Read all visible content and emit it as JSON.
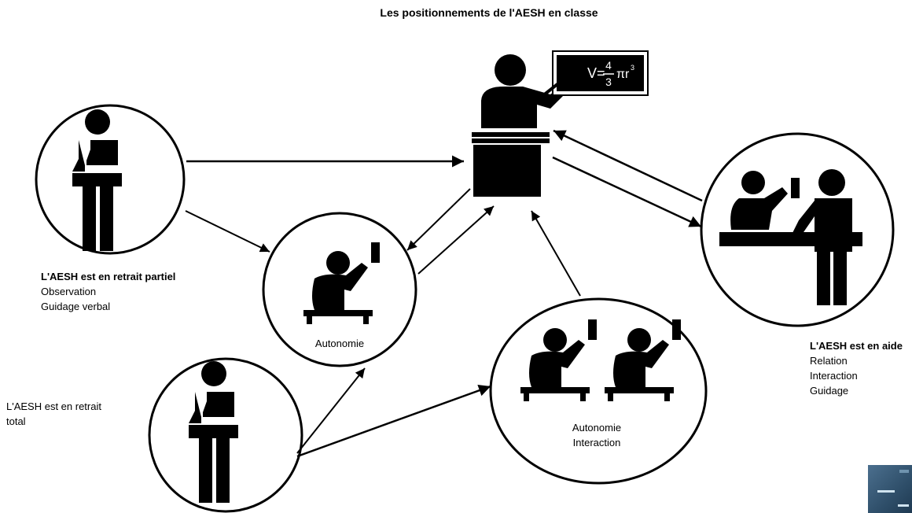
{
  "title": "Les positionnements de l'AESH en classe",
  "blackboard_formula": {
    "lhs": "V=",
    "num": "4",
    "den": "3",
    "rest": "πr",
    "exp": "3"
  },
  "nodes": {
    "retrait_partiel": {
      "title": "L'AESH est en retrait partiel",
      "lines": [
        "Observation",
        "Guidage verbal"
      ]
    },
    "retrait_total": {
      "title": "L'AESH est en retrait total"
    },
    "autonomie": {
      "label": "Autonomie"
    },
    "autonomie_interaction": {
      "lines": [
        "Autonomie",
        "Interaction"
      ]
    },
    "aide": {
      "title": "L'AESH est en aide",
      "lines": [
        "Relation",
        "Interaction",
        "Guidage"
      ]
    }
  }
}
